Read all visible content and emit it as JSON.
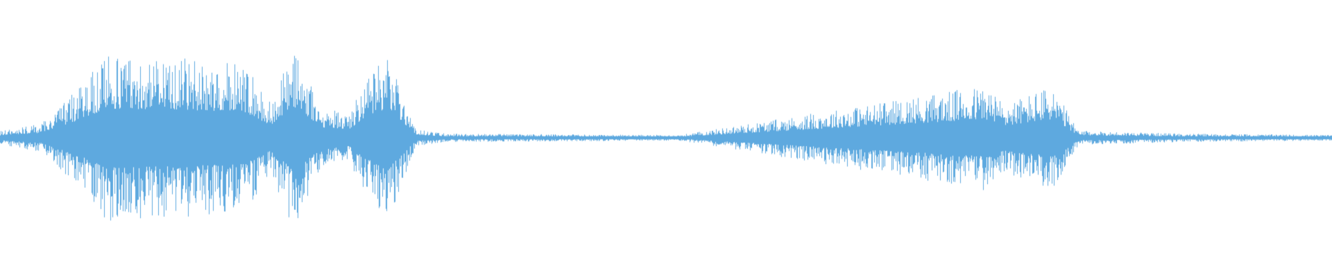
{
  "waveform": {
    "color": "#5ea9df",
    "background": "#ffffff",
    "note": "",
    "amplitude_envelope": [
      {
        "t": 0.0,
        "a": 0.05
      },
      {
        "t": 0.03,
        "a": 0.1
      },
      {
        "t": 0.038,
        "a": 0.17
      },
      {
        "t": 0.061,
        "a": 0.38
      },
      {
        "t": 0.078,
        "a": 0.58
      },
      {
        "t": 0.083,
        "a": 0.6
      },
      {
        "t": 0.134,
        "a": 0.58
      },
      {
        "t": 0.153,
        "a": 0.56
      },
      {
        "t": 0.183,
        "a": 0.54
      },
      {
        "t": 0.203,
        "a": 0.26
      },
      {
        "t": 0.22,
        "a": 0.65
      },
      {
        "t": 0.244,
        "a": 0.18
      },
      {
        "t": 0.246,
        "a": 0.22
      },
      {
        "t": 0.262,
        "a": 0.17
      },
      {
        "t": 0.273,
        "a": 0.4
      },
      {
        "t": 0.292,
        "a": 0.61
      },
      {
        "t": 0.312,
        "a": 0.06
      },
      {
        "t": 0.335,
        "a": 0.03
      },
      {
        "t": 0.51,
        "a": 0.02
      },
      {
        "t": 0.74,
        "a": 0.38
      },
      {
        "t": 0.755,
        "a": 0.25
      },
      {
        "t": 0.79,
        "a": 0.38
      },
      {
        "t": 0.81,
        "a": 0.05
      },
      {
        "t": 0.89,
        "a": 0.03
      },
      {
        "t": 1.0,
        "a": 0.02
      }
    ]
  }
}
